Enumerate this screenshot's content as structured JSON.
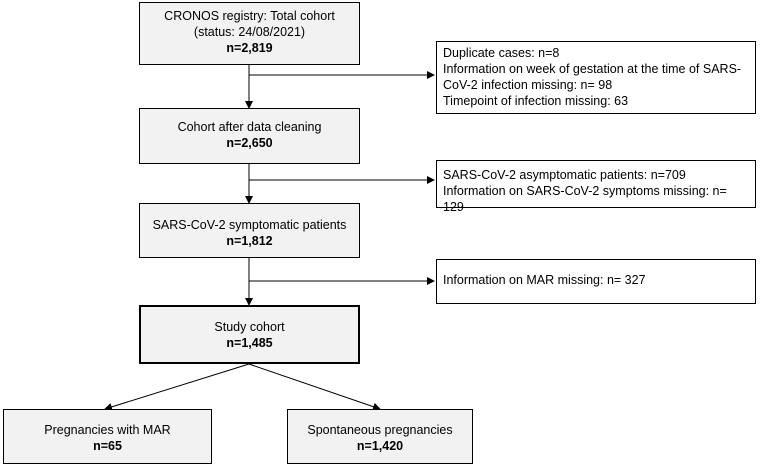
{
  "main_boxes": [
    {
      "lines": [
        "CRONOS registry: Total cohort",
        "(status: 24/08/2021)"
      ],
      "count": "n=2,819"
    },
    {
      "lines": [
        "Cohort after data cleaning"
      ],
      "count": "n=2,650"
    },
    {
      "lines": [
        "SARS-CoV-2 symptomatic patients"
      ],
      "count": "n=1,812"
    },
    {
      "lines": [
        "Study cohort"
      ],
      "count": "n=1,485"
    }
  ],
  "exclusions": [
    {
      "lines": [
        "Duplicate cases: n=8",
        "Information on week of gestation at the time of SARS-",
        "CoV-2 infection missing: n= 98",
        "Timepoint of infection missing: 63"
      ]
    },
    {
      "lines": [
        "SARS-CoV-2 asymptomatic patients: n=709",
        "Information on SARS-CoV-2 symptoms missing: n= 129"
      ]
    },
    {
      "lines": [
        "Information on MAR missing: n= 327"
      ]
    }
  ],
  "outcomes": [
    {
      "lines": [
        "Pregnancies with MAR"
      ],
      "count": "n=65"
    },
    {
      "lines": [
        "Spontaneous pregnancies"
      ],
      "count": "n=1,420"
    }
  ]
}
